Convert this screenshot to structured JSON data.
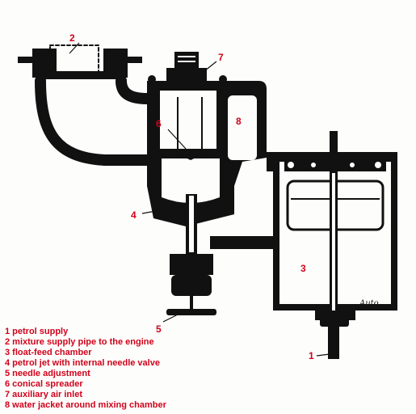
{
  "diagram": {
    "callouts": [
      "1",
      "2",
      "3",
      "4",
      "5",
      "6",
      "7",
      "8"
    ],
    "legend": [
      "1 petrol supply",
      "2 mixture supply pipe to the engine",
      "3 float-feed chamber",
      "4 petrol jet with internal needle valve",
      "5 needle adjustment",
      "6 conical spreader",
      "7 auxiliary air inlet",
      "8 water jacket around mixing chamber"
    ],
    "signature": "Auto"
  },
  "colors": {
    "ink": "#111111",
    "label": "#d0021b",
    "paper": "#fdfdfb"
  }
}
